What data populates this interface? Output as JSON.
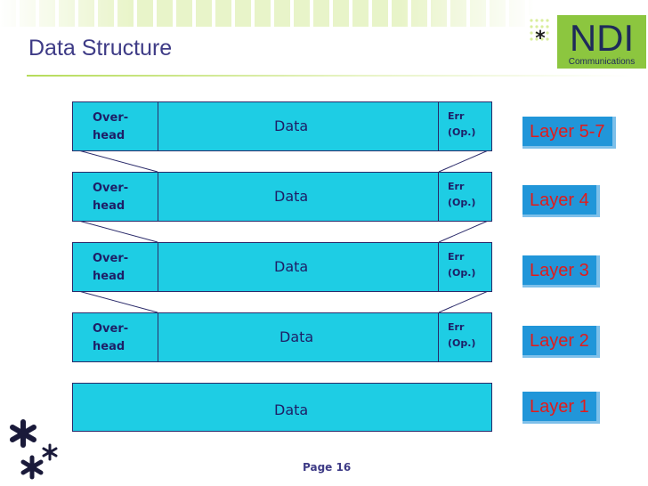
{
  "slide": {
    "title": "Data Structure",
    "page_number": "Page 16"
  },
  "logo": {
    "letters": "NDI",
    "subtitle": "Communications",
    "mark": "*"
  },
  "colors": {
    "title": "#3e3b86",
    "row_fill": "#1ecde4",
    "row_text": "#1e1e66",
    "layer_fill": "#2196d9",
    "layer_text": "#e21b1b",
    "accent_green": "#b6dc5a"
  },
  "rows": [
    {
      "overhead": "Over-\nhead",
      "data": "Data",
      "err": "Err\n(Op.)",
      "layer": "Layer 5-7"
    },
    {
      "overhead": "Over-\nhead",
      "data": "Data",
      "err": "Err\n(Op.)",
      "layer": "Layer 4"
    },
    {
      "overhead": "Over-\nhead",
      "data": "Data",
      "err": "Err\n(Op.)",
      "layer": "Layer 3"
    },
    {
      "overhead": "Over-\nhead",
      "data": "Data",
      "err": "Err\n(Op.)",
      "layer": "Layer 2"
    },
    {
      "data": "Data",
      "layer": "Layer 1"
    }
  ],
  "decoration_icon": "asterisk-cluster-icon"
}
